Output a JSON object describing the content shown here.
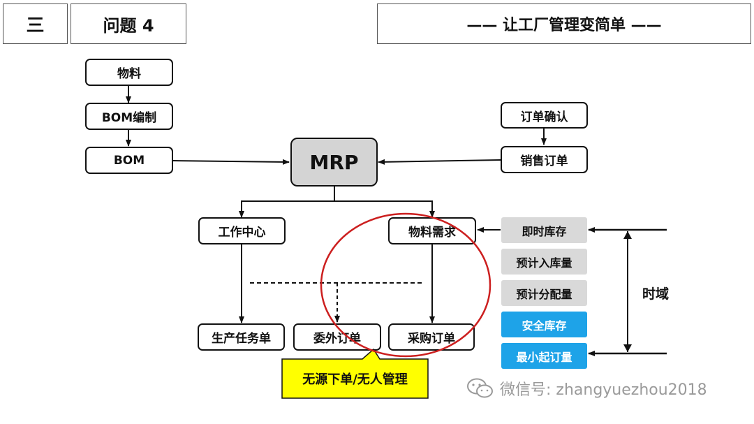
{
  "header": {
    "section": "三",
    "question": "问题 4",
    "slogan": "—— 让工厂管理变简单 ——"
  },
  "nodes": {
    "material": "物料",
    "bom_edit": "BOM编制",
    "bom": "BOM",
    "mrp": "MRP",
    "order_confirm": "订单确认",
    "sales_order": "销售订单",
    "work_center": "工作中心",
    "material_demand": "物料需求",
    "production_task": "生产任务单",
    "outsource_order": "委外订单",
    "purchase_order": "采购订单"
  },
  "inventory_factors": [
    {
      "label": "即时库存",
      "style": "grey"
    },
    {
      "label": "预计入库量",
      "style": "grey"
    },
    {
      "label": "预计分配量",
      "style": "grey"
    },
    {
      "label": "安全库存",
      "style": "blue"
    },
    {
      "label": "最小起订量",
      "style": "blue"
    }
  ],
  "time_domain": "时域",
  "callout": "无源下单/无人管理",
  "watermark": "微信号: zhangyuezhou2018",
  "colors": {
    "grey_box": "#d9d9d9",
    "blue_box": "#1ea3e8",
    "callout_fill": "#ffff00",
    "ellipse": "#cc1f1f"
  }
}
